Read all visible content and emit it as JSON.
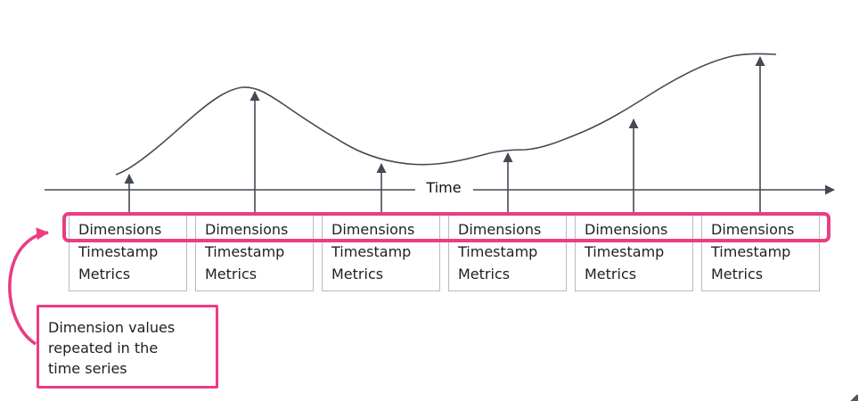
{
  "axis": {
    "label": "Time"
  },
  "record": {
    "count": 6,
    "lines": [
      "Dimensions",
      "Timestamp",
      "Metrics"
    ]
  },
  "callout": {
    "lines": [
      "Dimension values",
      "repeated in the",
      "time series"
    ]
  },
  "colors": {
    "highlight_pink": "#eb3c84",
    "line": "#434a54",
    "box_border": "#b9bac2",
    "text": "#1f1f1f"
  }
}
